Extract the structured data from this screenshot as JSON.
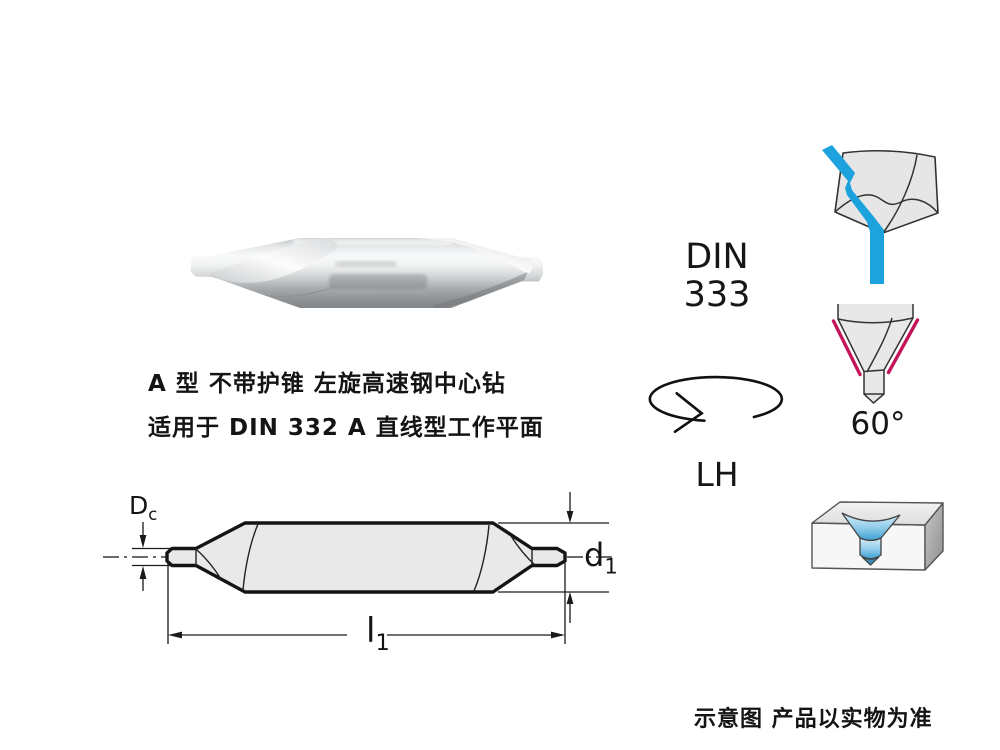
{
  "page": {
    "background": "#ffffff"
  },
  "product": {
    "title_line1": "A 型  不带护锥 左旋高速钢中心钻",
    "title_line2": "适用于 DIN 332 A 直线型工作平面",
    "standard": {
      "line1": "DIN",
      "line2": "333"
    },
    "hand_label": "LH",
    "point_angle": "60°",
    "footnote": "示意图 产品以实物为准"
  },
  "dimensions": {
    "dc": {
      "main": "D",
      "sub": "c"
    },
    "d1": {
      "main": "d",
      "sub": "1"
    },
    "l1": {
      "main": "l",
      "sub": "1"
    }
  },
  "icons": {
    "photo": "center-drill-product-photo",
    "rotation": "left-hand-rotation-icon",
    "coolant": "drill-point-coolant-icon",
    "angle": "countersink-60deg-point-icon",
    "workpiece": "workpiece-center-hole-icon"
  },
  "colors": {
    "coolant_blue": "#1CA2DC",
    "edge_highlight_red": "#C4155C",
    "drawing_fill": "#E9E9E9",
    "line_black": "#141414"
  }
}
